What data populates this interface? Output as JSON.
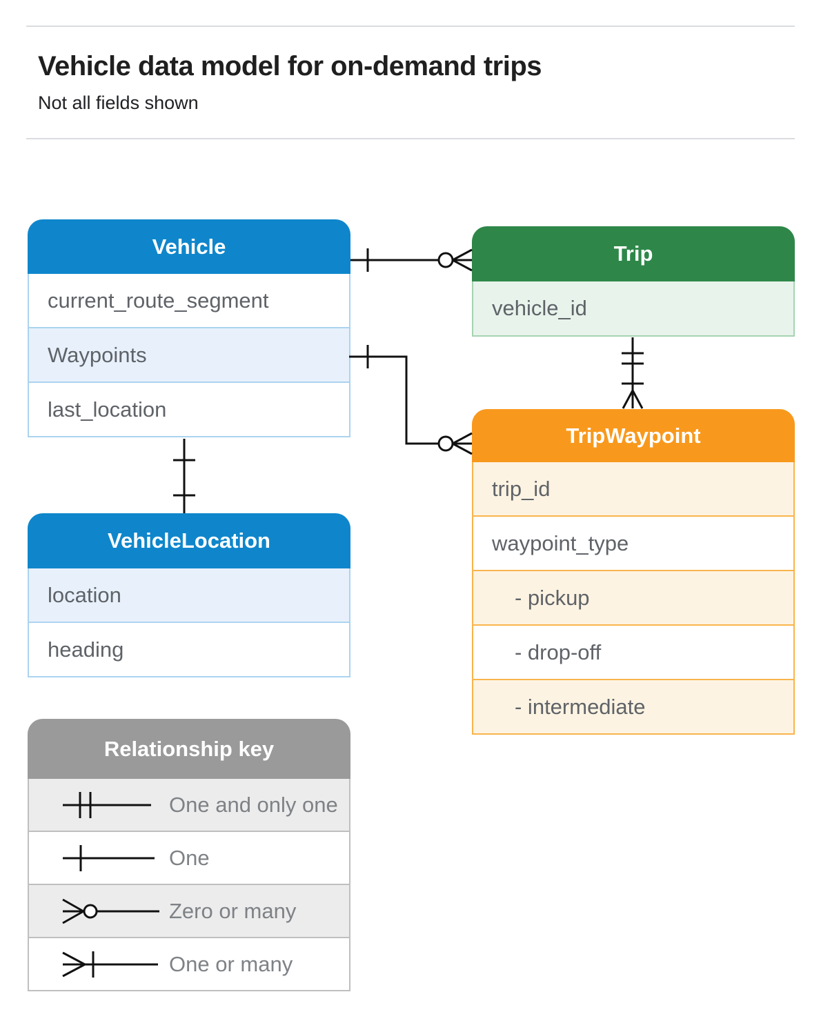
{
  "header": {
    "title": "Vehicle data model for on-demand trips",
    "subtitle": "Not all fields shown"
  },
  "entities": {
    "vehicle": {
      "title": "Vehicle",
      "fields": [
        "current_route_segment",
        "Waypoints",
        "last_location"
      ]
    },
    "trip": {
      "title": "Trip",
      "fields": [
        "vehicle_id"
      ]
    },
    "trip_waypoint": {
      "title": "TripWaypoint",
      "fields": [
        "trip_id",
        "waypoint_type",
        "- pickup",
        "- drop-off",
        "- intermediate"
      ]
    },
    "vehicle_location": {
      "title": "VehicleLocation",
      "fields": [
        "location",
        "heading"
      ]
    }
  },
  "relationship_key": {
    "title": "Relationship key",
    "items": [
      {
        "symbol": "one-and-only-one",
        "label": "One and only one"
      },
      {
        "symbol": "one",
        "label": "One"
      },
      {
        "symbol": "zero-or-many",
        "label": "Zero or many"
      },
      {
        "symbol": "one-or-many",
        "label": "One or many"
      }
    ]
  },
  "connections": [
    {
      "from": "Vehicle",
      "to": "Trip",
      "from_cardinality": "one",
      "to_cardinality": "zero-or-many"
    },
    {
      "from": "Vehicle.Waypoints",
      "to": "TripWaypoint",
      "from_cardinality": "one",
      "to_cardinality": "zero-or-many"
    },
    {
      "from": "Trip.vehicle_id",
      "to": "TripWaypoint",
      "from_cardinality": "one-and-only-one",
      "to_cardinality": "one-or-many"
    },
    {
      "from": "Vehicle.last_location",
      "to": "VehicleLocation",
      "from_cardinality": "one",
      "to_cardinality": "one"
    }
  ],
  "colors": {
    "blue_header": "#0f86cb",
    "blue_tint": "#e8f1fb",
    "blue_border": "#abd3f0",
    "green_header": "#2e8749",
    "green_tint": "#e8f3ec",
    "green_border": "#a6d3b1",
    "orange_header": "#f8991d",
    "orange_tint": "#fdf3e2",
    "orange_border": "#f9b44c",
    "gray_header": "#9a9a9a",
    "gray_tint": "#ececec",
    "field_text": "#5f6368",
    "connector_line": "#111111",
    "divider": "#dadce0"
  }
}
